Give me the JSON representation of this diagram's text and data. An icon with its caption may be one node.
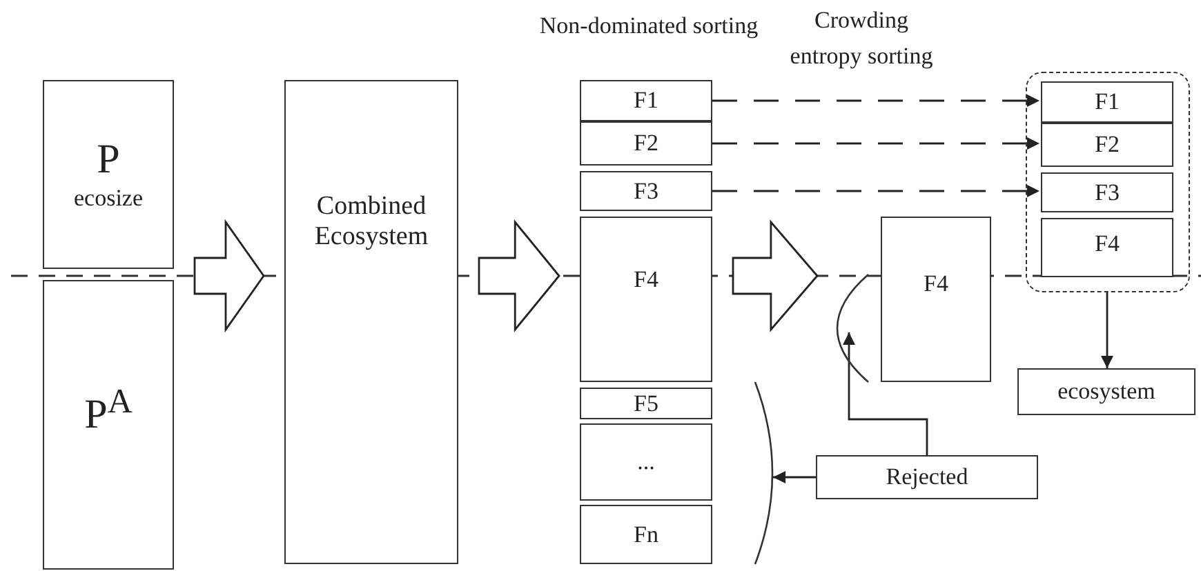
{
  "diagram": {
    "nodes": [
      {
        "text": [
          "P",
          "ecosize"
        ]
      },
      {
        "text": [
          "P$^{A}$"
        ]
      },
      {
        "text": [
          "Combined Ecosystem"
        ]
      },
      {
        "text": [
          "F1"
        ]
      },
      {
        "text": [
          "F2"
        ]
      },
      {
        "text": [
          "F3"
        ]
      },
      {
        "text": [
          "F4"
        ]
      },
      {
        "text": [
          "F5"
        ]
      },
      {
        "text": [
          "..."
        ]
      },
      {
        "text": [
          "Fn"
        ]
      },
      {
        "text": [
          "F4"
        ]
      },
      {
        "text": [],
        "shape": "box"
      },
      {
        "text": [
          "F1"
        ],
        "in": 11
      },
      {
        "text": [
          "F2"
        ],
        "in": 11
      },
      {
        "text": [
          "F3"
        ],
        "in": 11
      },
      {
        "text": [
          "F4"
        ],
        "in": 11
      },
      {
        "text": [
          "ecosystem"
        ]
      },
      {
        "text": [
          "Rejected"
        ]
      },
      {
        "text": [],
        "shape": "arc"
      },
      {
        "text": [],
        "shape": "arc"
      }
    ],
    "edges": [
      {
        "from": 0,
        "to": 2,
        "arrow": "to",
        "style": "thick"
      },
      {
        "from": 1,
        "to": 2,
        "arrow": "to",
        "style": "thick"
      },
      {
        "from": 2,
        "to": 6,
        "arrow": "to",
        "style": "thick"
      },
      {
        "from": 6,
        "to": 10,
        "arrow": "to",
        "style": "thick"
      },
      {
        "from": 3,
        "to": 12,
        "arrow": "to",
        "style": "dashed"
      },
      {
        "from": 4,
        "to": 13,
        "arrow": "to",
        "style": "dashed"
      },
      {
        "from": 5,
        "to": 14,
        "arrow": "to",
        "style": "dashed"
      },
      {
        "from": 11,
        "to": 16,
        "arrow": "to"
      },
      {
        "from": 17,
        "to": 19,
        "arrow": "to"
      },
      {
        "from": 17,
        "to": 18,
        "arrow": "to"
      }
    ],
    "labels": [
      "Non-dominated sorting",
      "Crowding entropy sorting"
    ]
  }
}
